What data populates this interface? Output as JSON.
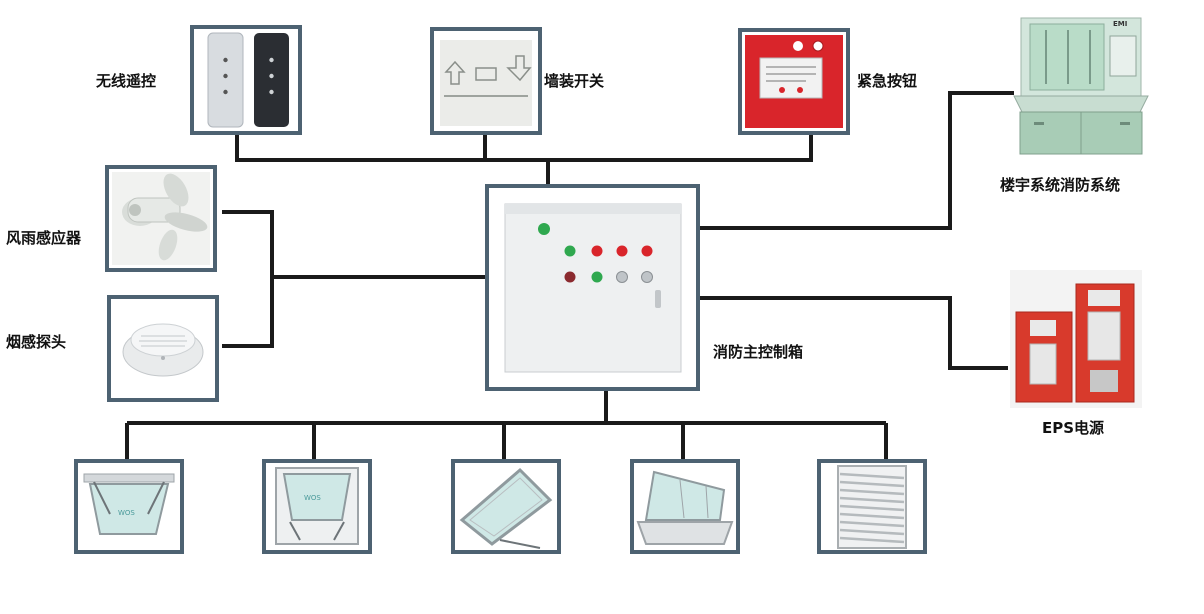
{
  "labels": {
    "wireless_remote": "无线遥控",
    "wall_switch": "墙装开关",
    "emergency_button": "紧急按钮",
    "building_fire_system": "楼宇系统消防系统",
    "wind_rain_sensor": "风雨感应器",
    "smoke_detector": "烟感探头",
    "main_control_box": "消防主控制箱",
    "eps_power": "EPS电源"
  },
  "colors": {
    "frame": "#4d6272",
    "wire": "#1a1a1a",
    "alarm_red": "#d9252b",
    "indicator_green": "#2fa84f",
    "panel_green": "#b9dcc8"
  },
  "icons": {
    "wireless_remote": "remote-control-icon",
    "wall_switch": "wall-switch-icon",
    "emergency_button": "emergency-button-icon",
    "building_fire_system": "fire-control-console-icon",
    "wind_rain_sensor": "wind-rain-sensor-icon",
    "smoke_detector": "smoke-detector-icon",
    "main_control_box": "control-cabinet-icon",
    "eps_power": "eps-power-cabinet-icon",
    "windows": [
      "top-hung-window-icon",
      "bottom-hung-window-icon",
      "skylight-window-icon",
      "roof-hatch-window-icon",
      "louver-window-icon"
    ]
  }
}
